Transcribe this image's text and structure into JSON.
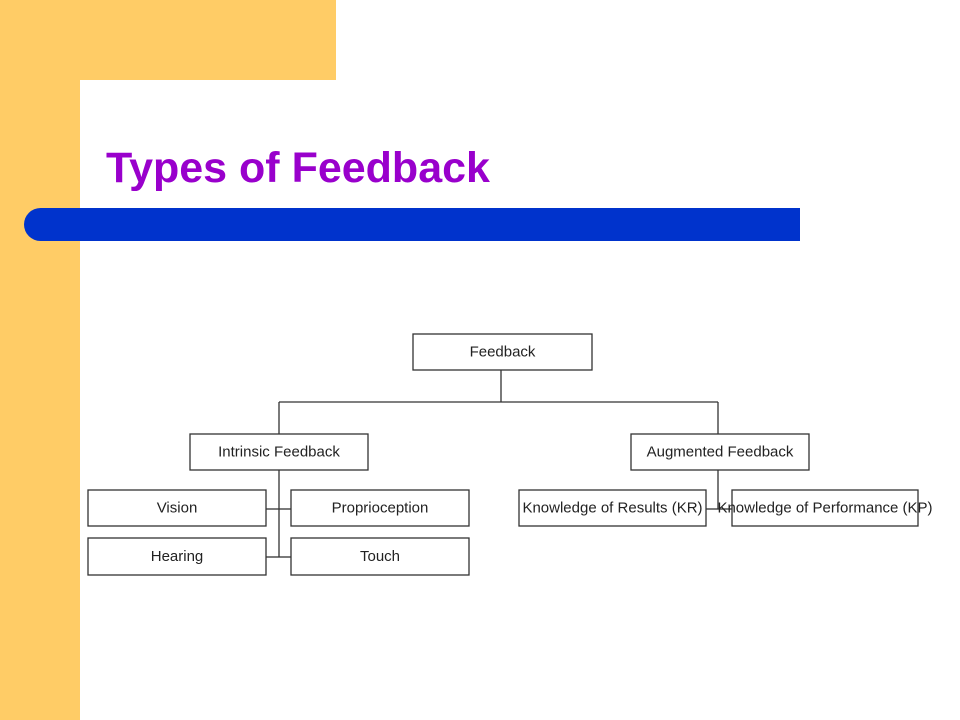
{
  "slide": {
    "title": "Types of Feedback",
    "colors": {
      "accent": "#FFCC66",
      "title": "#9900CC",
      "bar": "#0033CC"
    }
  },
  "diagram": {
    "root": "Feedback",
    "branches": [
      {
        "label": "Intrinsic Feedback",
        "children": [
          "Vision",
          "Proprioception",
          "Hearing",
          "Touch"
        ]
      },
      {
        "label": "Augmented Feedback",
        "children": [
          "Knowledge of Results (KR)",
          "Knowledge of Performance (KP)"
        ]
      }
    ]
  }
}
